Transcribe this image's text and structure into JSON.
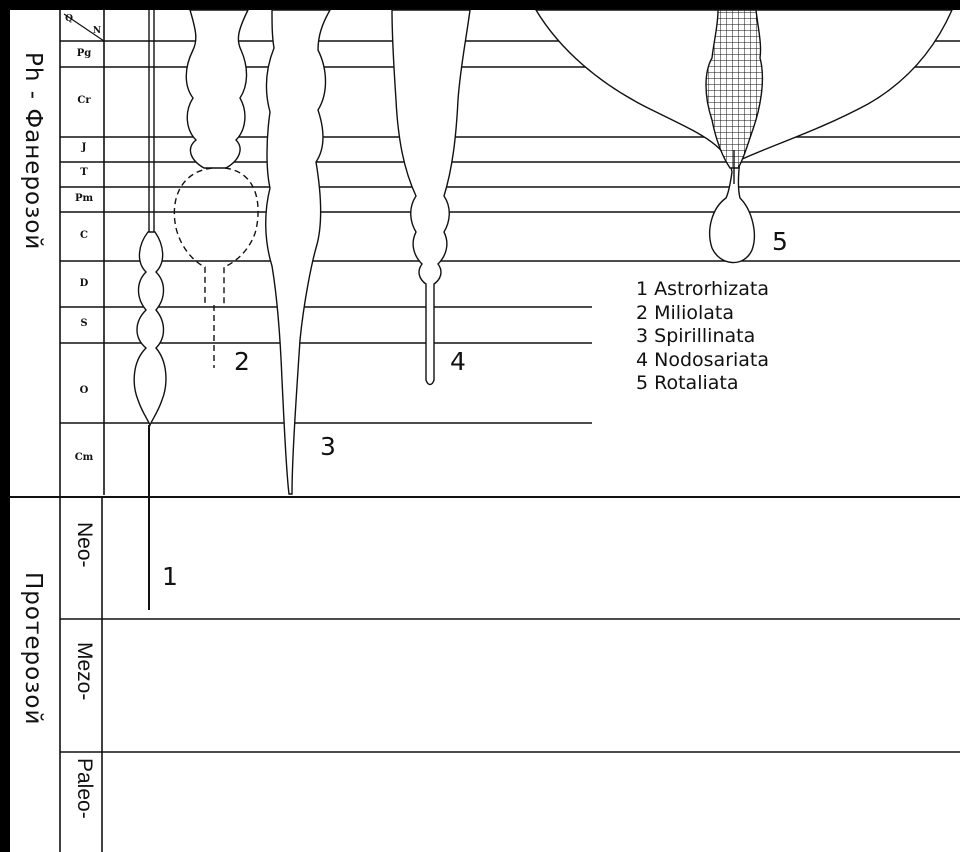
{
  "eons": {
    "phanerozoic": "Ph - Фанерозой",
    "proterozoic": "Протерозой"
  },
  "proterozoic_eras": [
    "Neo-",
    "Mezo-",
    "Paleo-"
  ],
  "periods": {
    "q": "Q",
    "n": "N",
    "pg": "Pg",
    "cr": "Cr",
    "j": "J",
    "t": "T",
    "pm": "Pm",
    "c": "C",
    "d": "D",
    "s": "S",
    "o": "O",
    "cm": "Cm"
  },
  "lineage_numbers": {
    "n1": "1",
    "n2": "2",
    "n3": "3",
    "n4": "4",
    "n5": "5"
  },
  "legend": [
    "1  Astrorhizata",
    "2  Miliolata",
    "3  Spirillinata",
    "4  Nodosariata",
    "5  Rotaliata"
  ]
}
